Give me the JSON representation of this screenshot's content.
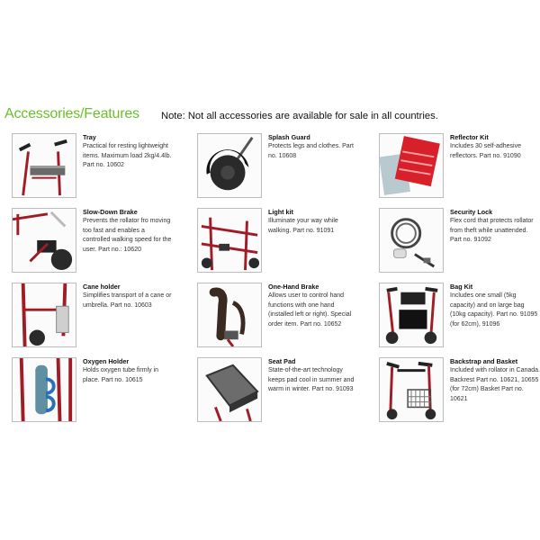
{
  "header": {
    "title": "Accessories/Features",
    "note": "Note: Not all accessories are available for sale in all countries."
  },
  "items": [
    {
      "name": "Tray",
      "desc": "Practical for resting lightweight items. Maximum load 2kg/4.4lb. Part no. 10602",
      "icon": "tray-icon"
    },
    {
      "name": "Splash Guard",
      "desc": "Protects legs and clothes. Part no. 10608",
      "icon": "splash-guard-icon"
    },
    {
      "name": "Reflector Kit",
      "desc": "Includes 30 self-adhesive reflectors. Part no. 91090",
      "icon": "reflector-kit-icon"
    },
    {
      "name": "Slow-Down Brake",
      "desc": "Prevents the rollator fro moving too fast and enables a controlled walking speed for the user.  Part no.: 10620",
      "icon": "slow-down-brake-icon"
    },
    {
      "name": "Light kit",
      "desc": "Illuminate your way while walking.  Part no. 91091",
      "icon": "light-kit-icon"
    },
    {
      "name": "Security Lock",
      "desc": "Flex cord that protects rollator from theft while unattended. Part no. 91092",
      "icon": "security-lock-icon"
    },
    {
      "name": "Cane holder",
      "desc": "Simplifies transport of a cane or umbrella. Part no. 10603",
      "icon": "cane-holder-icon"
    },
    {
      "name": "One-Hand Brake",
      "desc": "Allows user to control hand functions with one hand (installed left or right). Special order item. Part no. 10652",
      "icon": "one-hand-brake-icon"
    },
    {
      "name": "Bag Kit",
      "desc": "Includes one small (5kg capacity) and on large bag (10kg capacity). Part no. 91095 (for 62cm), 91096",
      "icon": "bag-kit-icon"
    },
    {
      "name": "Oxygen Holder",
      "desc": "Holds oxygen tube firmly in place. Part no. 10615",
      "icon": "oxygen-holder-icon"
    },
    {
      "name": "Seat Pad",
      "desc": "State-of-the-art technology keeps pad cool in summer and warm in winter. Part no. 91093",
      "icon": "seat-pad-icon"
    },
    {
      "name": "Backstrap and Basket",
      "desc": "Included with rollator in Canada. Backrest Part no. 10621, 10655 (for 72cm) Basket Part no. 10621",
      "icon": "backstrap-basket-icon"
    }
  ],
  "colors": {
    "title": "#6cbf2a",
    "frame": "#a01d26"
  }
}
